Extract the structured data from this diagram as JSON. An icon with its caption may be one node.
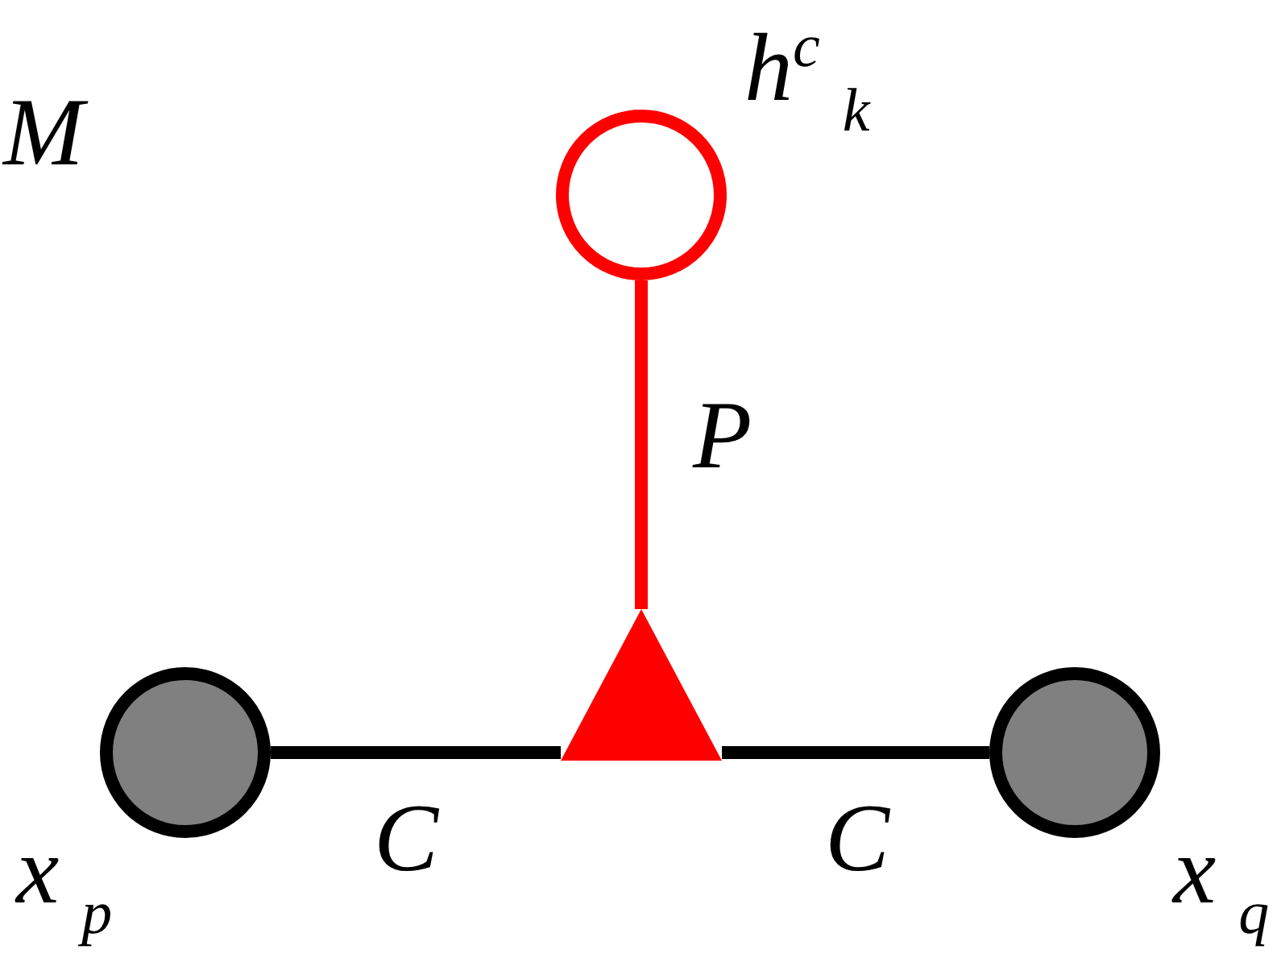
{
  "diagram": {
    "nodes": [
      {
        "text": [],
        "shape": "circle",
        "beside": [
          "x$_{p}$"
        ]
      },
      {
        "text": [],
        "shape": "circle",
        "beside": [
          "x$_{q}$"
        ]
      },
      {
        "text": [],
        "shape": "circle",
        "beside": [
          "h$^{c}$$_{k}$"
        ]
      },
      {
        "text": [],
        "shape": "triangle"
      }
    ],
    "edges": [
      {
        "from": 0,
        "to": 3,
        "arrow": "none",
        "label": "C"
      },
      {
        "from": 3,
        "to": 1,
        "arrow": "none",
        "label": "C"
      },
      {
        "from": 2,
        "to": 3,
        "arrow": "none",
        "label": "P",
        "color": "#ff0000"
      }
    ],
    "labels": [
      "M"
    ]
  }
}
